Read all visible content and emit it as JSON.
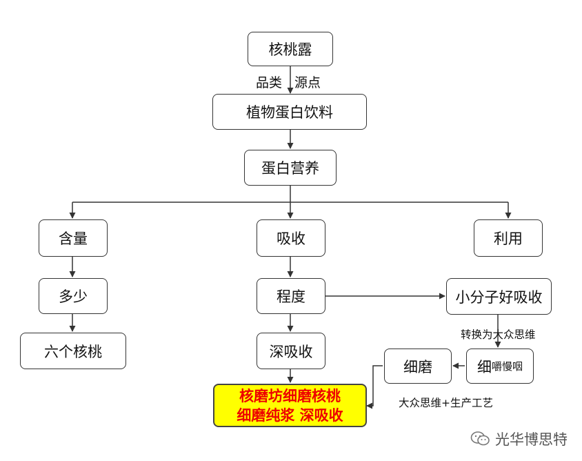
{
  "nodes": {
    "walnut_drink": "核桃露",
    "plant_protein": "植物蛋白饮料",
    "protein_nutrition": "蛋白营养",
    "content": "含量",
    "absorption": "吸收",
    "utilization": "利用",
    "quantity": "多少",
    "six_walnuts": "六个核桃",
    "degree": "程度",
    "small_molecule": "小分子好吸收",
    "deep_absorption": "深吸收",
    "fine_grind": "细磨",
    "chew_big": "细",
    "chew_small": "嚼慢咽",
    "result_line1": "核磨坊细磨核桃",
    "result_line2": "细磨纯浆 深吸收"
  },
  "labels": {
    "category": "品类",
    "source": "源点",
    "convert": "转换为大众思维",
    "mass_thinking": "大众思维+生产工艺"
  },
  "watermark": {
    "text": "光华博思特",
    "icon": "wechat-icon"
  },
  "colors": {
    "line": "#333333",
    "highlight_fill": "#ffff00",
    "highlight_text": "#ee0000"
  }
}
